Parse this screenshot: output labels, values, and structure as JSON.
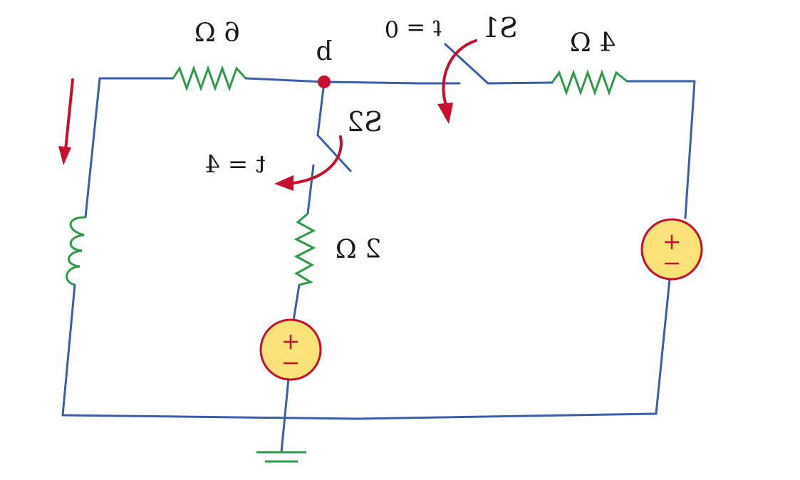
{
  "colors": {
    "wire": "#3b5ea8",
    "resistor": "#2e9a4a",
    "arrow": "#c8102e",
    "source_fill": "#fde27a",
    "node": "#c8102e"
  },
  "labels": {
    "resistor_top_left": "6 Ω",
    "resistor_top_right": "4 Ω",
    "resistor_middle": "2 Ω",
    "node": "b",
    "switch_1": "S1",
    "switch_1_time": "t = 0",
    "switch_2": "S2",
    "switch_2_time": "t = 4"
  },
  "components": [
    {
      "name": "resistor-6ohm",
      "type": "resistor",
      "label": "6 Ω"
    },
    {
      "name": "resistor-4ohm",
      "type": "resistor",
      "label": "4 Ω"
    },
    {
      "name": "resistor-2ohm",
      "type": "resistor",
      "label": "2 Ω"
    },
    {
      "name": "inductor-left",
      "type": "inductor"
    },
    {
      "name": "source-right",
      "type": "voltage-source"
    },
    {
      "name": "source-middle",
      "type": "voltage-source"
    },
    {
      "name": "switch-s1",
      "type": "switch",
      "label": "S1",
      "time": "t = 0"
    },
    {
      "name": "switch-s2",
      "type": "switch",
      "label": "S2",
      "time": "t = 4"
    },
    {
      "name": "ground",
      "type": "ground"
    }
  ]
}
